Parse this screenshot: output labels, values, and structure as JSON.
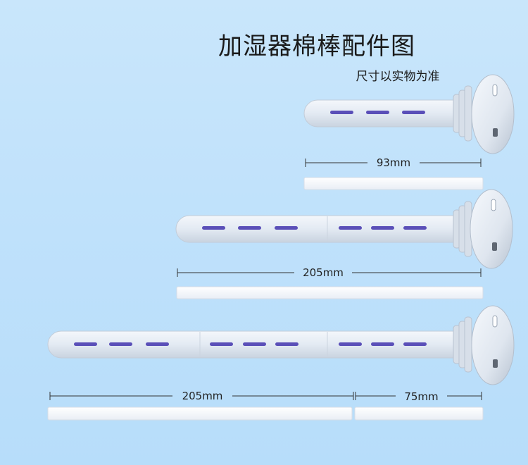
{
  "title": "加湿器棉棒配件图",
  "subtitle": "尺寸以实物为准",
  "products": [
    {
      "dimensions": [
        "93mm"
      ]
    },
    {
      "dimensions": [
        "205mm"
      ]
    },
    {
      "dimensions": [
        "205mm",
        "75mm"
      ]
    }
  ],
  "colors": {
    "background": "#bfe1fb",
    "stick": "#e5ecf6",
    "slot": "#5a4fb8",
    "cotton": "#fafcff",
    "cap": "#dde5ef"
  }
}
